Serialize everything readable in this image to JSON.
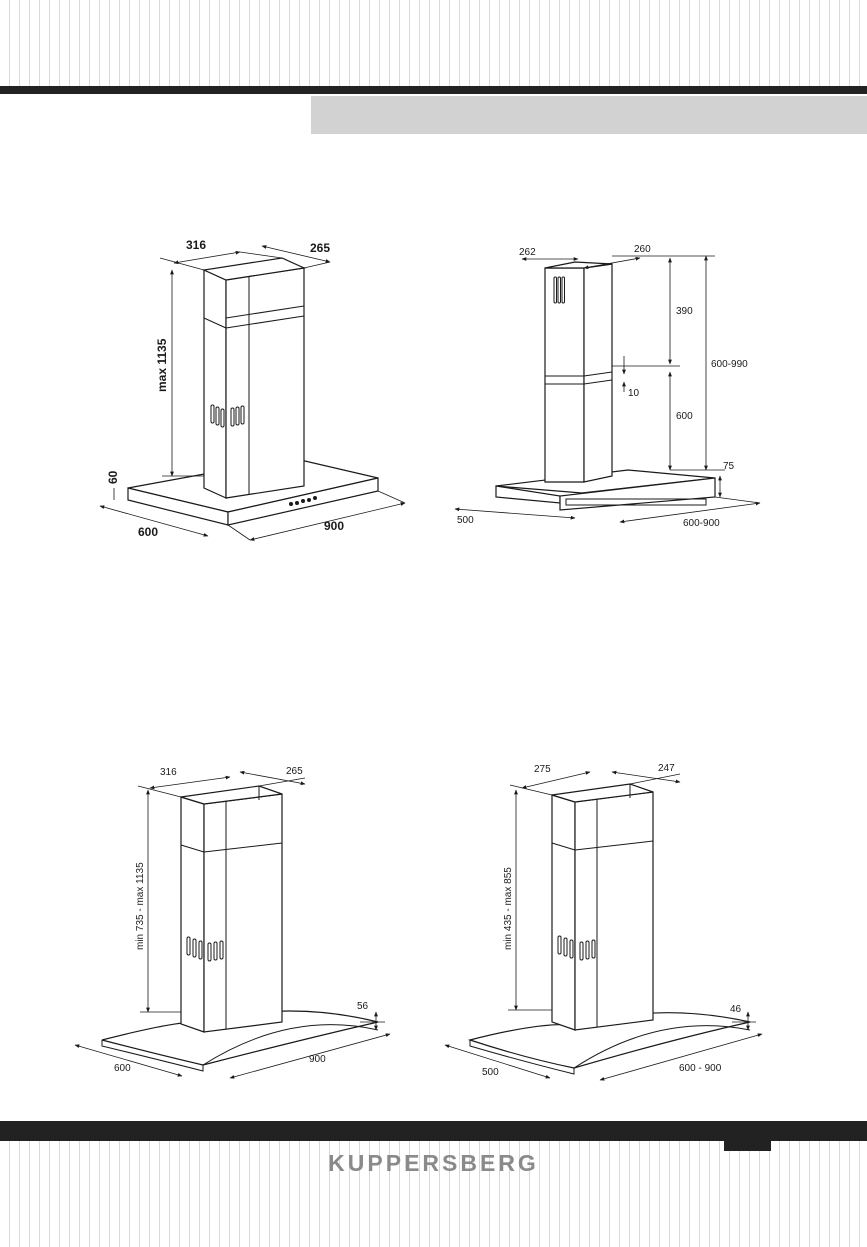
{
  "brand": "KUPPERSBERG",
  "colors": {
    "bar": "#222222",
    "header_box": "#d2d2d2",
    "stripe": "#d9d9d9",
    "brand_text": "#8a8a8a",
    "line": "#1a1a1a"
  },
  "drawing1": {
    "width": "316",
    "depth": "265",
    "height": "max 1135",
    "thickness": "60",
    "base_depth": "600",
    "base_width": "900"
  },
  "drawing2": {
    "width": "262",
    "depth": "260",
    "upper": "390",
    "gap": "10",
    "lower": "600",
    "height_range": "600-990",
    "thickness": "75",
    "base_depth": "500",
    "base_width": "600-900"
  },
  "drawing3": {
    "width": "316",
    "depth": "265",
    "height": "min 735 - max 1135",
    "thickness": "56",
    "base_depth": "600",
    "base_width": "900"
  },
  "drawing4": {
    "width": "275",
    "depth": "247",
    "height": "min 435 - max 855",
    "thickness": "46",
    "base_depth": "500",
    "base_width": "600 - 900"
  }
}
